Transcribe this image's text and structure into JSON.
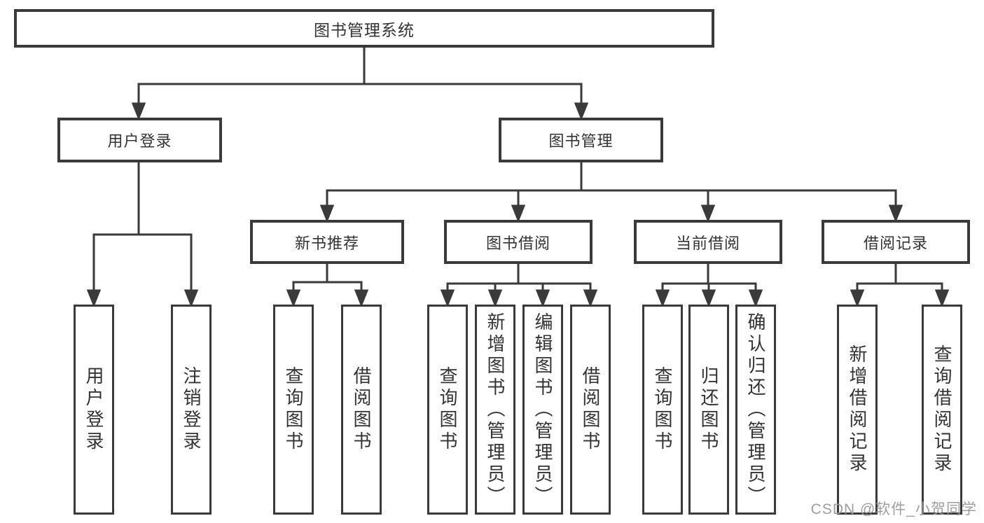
{
  "diagram": {
    "root": {
      "label": "图书管理系统"
    },
    "branches": [
      {
        "label": "用户登录",
        "children": [
          {
            "label": "用户登录"
          },
          {
            "label": "注销登录"
          }
        ]
      },
      {
        "label": "图书管理",
        "children": [
          {
            "label": "新书推荐",
            "children": [
              {
                "label": "查询图书"
              },
              {
                "label": "借阅图书"
              }
            ]
          },
          {
            "label": "图书借阅",
            "children": [
              {
                "label": "查询图书"
              },
              {
                "label": "新增图书（管理员）"
              },
              {
                "label": "编辑图书（管理员）"
              },
              {
                "label": "借阅图书"
              }
            ]
          },
          {
            "label": "当前借阅",
            "children": [
              {
                "label": "查询图书"
              },
              {
                "label": "归还图书"
              },
              {
                "label": "确认归还（管理员）"
              }
            ]
          },
          {
            "label": "借阅记录",
            "children": [
              {
                "label": "新增借阅记录"
              },
              {
                "label": "查询借阅记录"
              }
            ]
          }
        ]
      }
    ]
  },
  "watermark": {
    "text": "CSDN @软件_小贺同学"
  },
  "colors": {
    "line": "#3a3a3a",
    "text": "#333333",
    "background": "#ffffff",
    "watermark": "#9e9e9e"
  }
}
